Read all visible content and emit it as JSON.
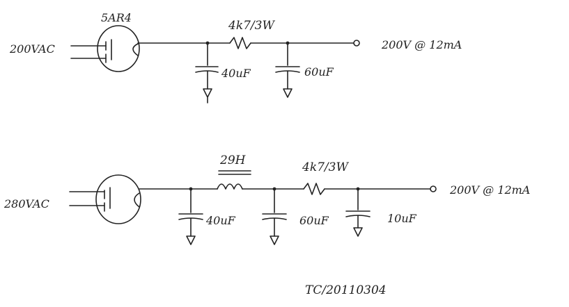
{
  "circuits": [
    {
      "input_label": "200VAC",
      "rectifier_label": "5AR4",
      "inductor_label": "",
      "resistor_label": "4k7/3W",
      "capacitor_labels": [
        "40uF",
        "60uF"
      ],
      "output_label": "200V @ 12mA"
    },
    {
      "input_label": "280VAC",
      "rectifier_label": "",
      "inductor_label": "29H",
      "resistor_label": "4k7/3W",
      "capacitor_labels": [
        "40uF",
        "60uF",
        "10uF"
      ],
      "output_label": "200V @ 12mA"
    }
  ],
  "signature": "TC/20110304"
}
